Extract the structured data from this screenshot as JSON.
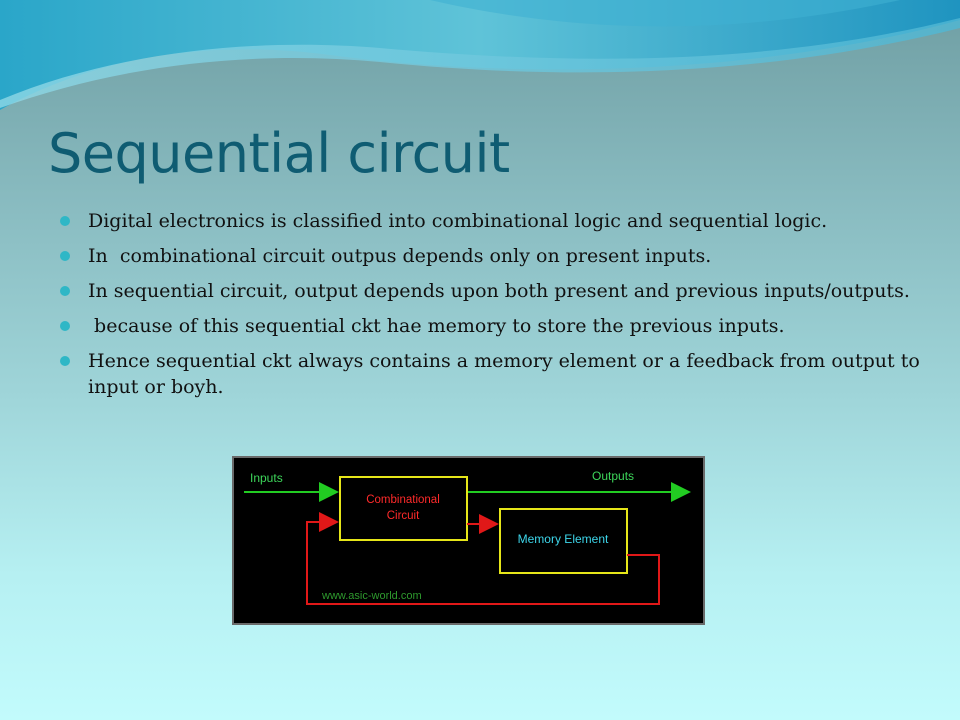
{
  "slide": {
    "title": "Sequential circuit",
    "bullets": [
      "Digital electronics is classified into combinational logic and sequential logic.",
      "In  combinational circuit outpus depends only on present inputs.",
      "In sequential circuit, output depends upon both present and previous inputs/outputs.",
      " because of this sequential ckt hae memory to store the previous inputs.",
      "Hence sequential ckt always contains a memory element or a feedback from output to input or boyh."
    ],
    "bullet_color": "#2fb7c6",
    "title_color": "#0f5c72"
  },
  "diagram": {
    "inputs_label": "Inputs",
    "outputs_label": "Outputs",
    "combinational_line1": "Combinational",
    "combinational_line2": "Circuit",
    "memory_label": "Memory Element",
    "credit": "www.asic-world.com",
    "colors": {
      "background": "#000000",
      "box_border": "#e6e619",
      "forward_arrows": "#22cc22",
      "feedback_arrows": "#e01818",
      "combinational_text": "#ff2a2a",
      "memory_text": "#3dd6ea",
      "io_text": "#3dd65a",
      "credit_text": "#2e9a2e"
    }
  }
}
